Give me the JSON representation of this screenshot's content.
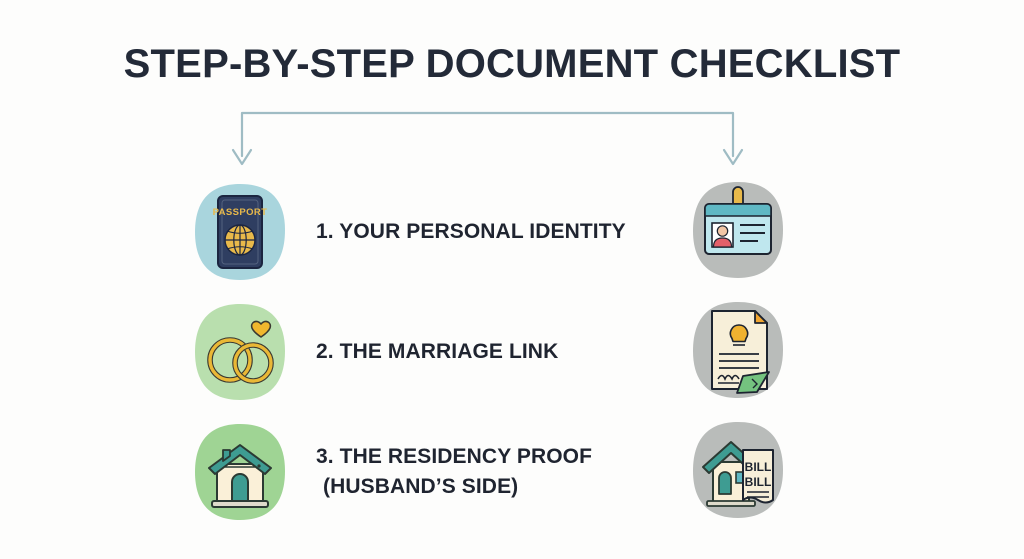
{
  "page": {
    "background_color": "#fdfdfc",
    "title": "STEP-BY-STEP DOCUMENT CHECKLIST",
    "title_color": "#232a38"
  },
  "connector": {
    "name": "bracket-arrow-connector",
    "color": "#9fbcc4",
    "left_arrow_target": "passport-tile",
    "right_arrow_target": "id-card-tile"
  },
  "steps": [
    {
      "number": "1.",
      "label_line1": "1. YOUR PERSONAL IDENTITY",
      "label_line2": "",
      "left_icon": {
        "name": "passport-icon",
        "tile_color": "#a9d5dd",
        "book_color": "#2f3e61",
        "accent_color": "#e8b94a",
        "caption": "PASSPORT"
      },
      "right_icon": {
        "name": "id-card-icon",
        "tile_color": "#b9bcba",
        "card_color": "#bfe7ee",
        "header_color": "#5fb8c4",
        "clip_color": "#e8b94a",
        "photo_body_color": "#e4606a"
      }
    },
    {
      "number": "2.",
      "label_line1": "2. THE MARRIAGE LINK",
      "label_line2": "",
      "left_icon": {
        "name": "wedding-rings-icon",
        "tile_color": "#b9dfae",
        "ring_color": "#eab836",
        "outline_color": "#3b3a31",
        "heart_color": "#f0b72e"
      },
      "right_icon": {
        "name": "marriage-certificate-icon",
        "tile_color": "#b9bcba",
        "paper_color": "#f7efd9",
        "fold_color": "#f0a530",
        "seal_color": "#f0b230",
        "ribbon_color": "#74c37f"
      }
    },
    {
      "number": "3.",
      "label_line1": "3. THE RESIDENCY PROOF",
      "label_line2": "(HUSBAND’S SIDE)",
      "left_icon": {
        "name": "house-icon",
        "tile_color": "#9fd494",
        "roof_color": "#3e9c92",
        "wall_color": "#faf0d8",
        "door_color": "#3e9c92",
        "base_color": "#dedacb"
      },
      "right_icon": {
        "name": "utility-bill-house-icon",
        "tile_color": "#b9bcba",
        "roof_color": "#3e9c92",
        "wall_color": "#faf0d8",
        "door_color": "#3e9c92",
        "bill_color": "#f7efd9",
        "bill_text_1": "BILL",
        "bill_text_2": "BILL"
      }
    }
  ]
}
